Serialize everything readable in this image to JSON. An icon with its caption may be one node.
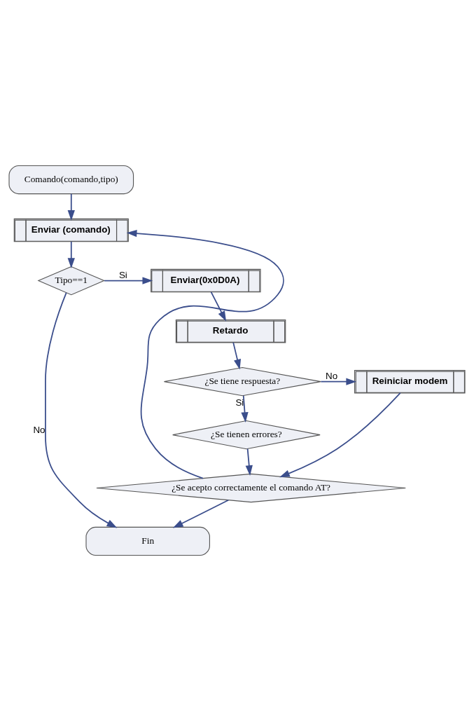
{
  "diagram": {
    "nodes": [
      {
        "text": [
          "Comando(comando,tipo)"
        ]
      },
      {
        "text": [
          "Enviar (comando)"
        ]
      },
      {
        "text": [
          "Tipo==1"
        ]
      },
      {
        "text": [
          "Enviar(0x0D0A)"
        ]
      },
      {
        "text": [
          "Retardo"
        ]
      },
      {
        "text": [
          "¿Se tiene respuesta?"
        ]
      },
      {
        "text": [
          "Reiniciar modem"
        ]
      },
      {
        "text": [
          "¿Se tienen errores?"
        ]
      },
      {
        "text": [
          "¿Se acepto correctamente el comando AT?"
        ]
      },
      {
        "text": [
          "Fin"
        ]
      }
    ],
    "edges": [
      {
        "from": 0,
        "to": 1,
        "arrow": "to"
      },
      {
        "from": 1,
        "to": 2,
        "arrow": "to"
      },
      {
        "from": 2,
        "to": 3,
        "arrow": "to",
        "label": "Si"
      },
      {
        "from": 2,
        "to": 9,
        "arrow": "to",
        "label": "No"
      },
      {
        "from": 3,
        "to": 4,
        "arrow": "to"
      },
      {
        "from": 4,
        "to": 5,
        "arrow": "to"
      },
      {
        "from": 5,
        "to": 6,
        "arrow": "to",
        "label": "No"
      },
      {
        "from": 5,
        "to": 7,
        "arrow": "to",
        "label": "Si"
      },
      {
        "from": 7,
        "to": 8,
        "arrow": "to"
      },
      {
        "from": 6,
        "to": 8,
        "arrow": "to"
      },
      {
        "from": 8,
        "to": 1,
        "arrow": "to"
      },
      {
        "from": 8,
        "to": 9,
        "arrow": "to"
      }
    ]
  }
}
